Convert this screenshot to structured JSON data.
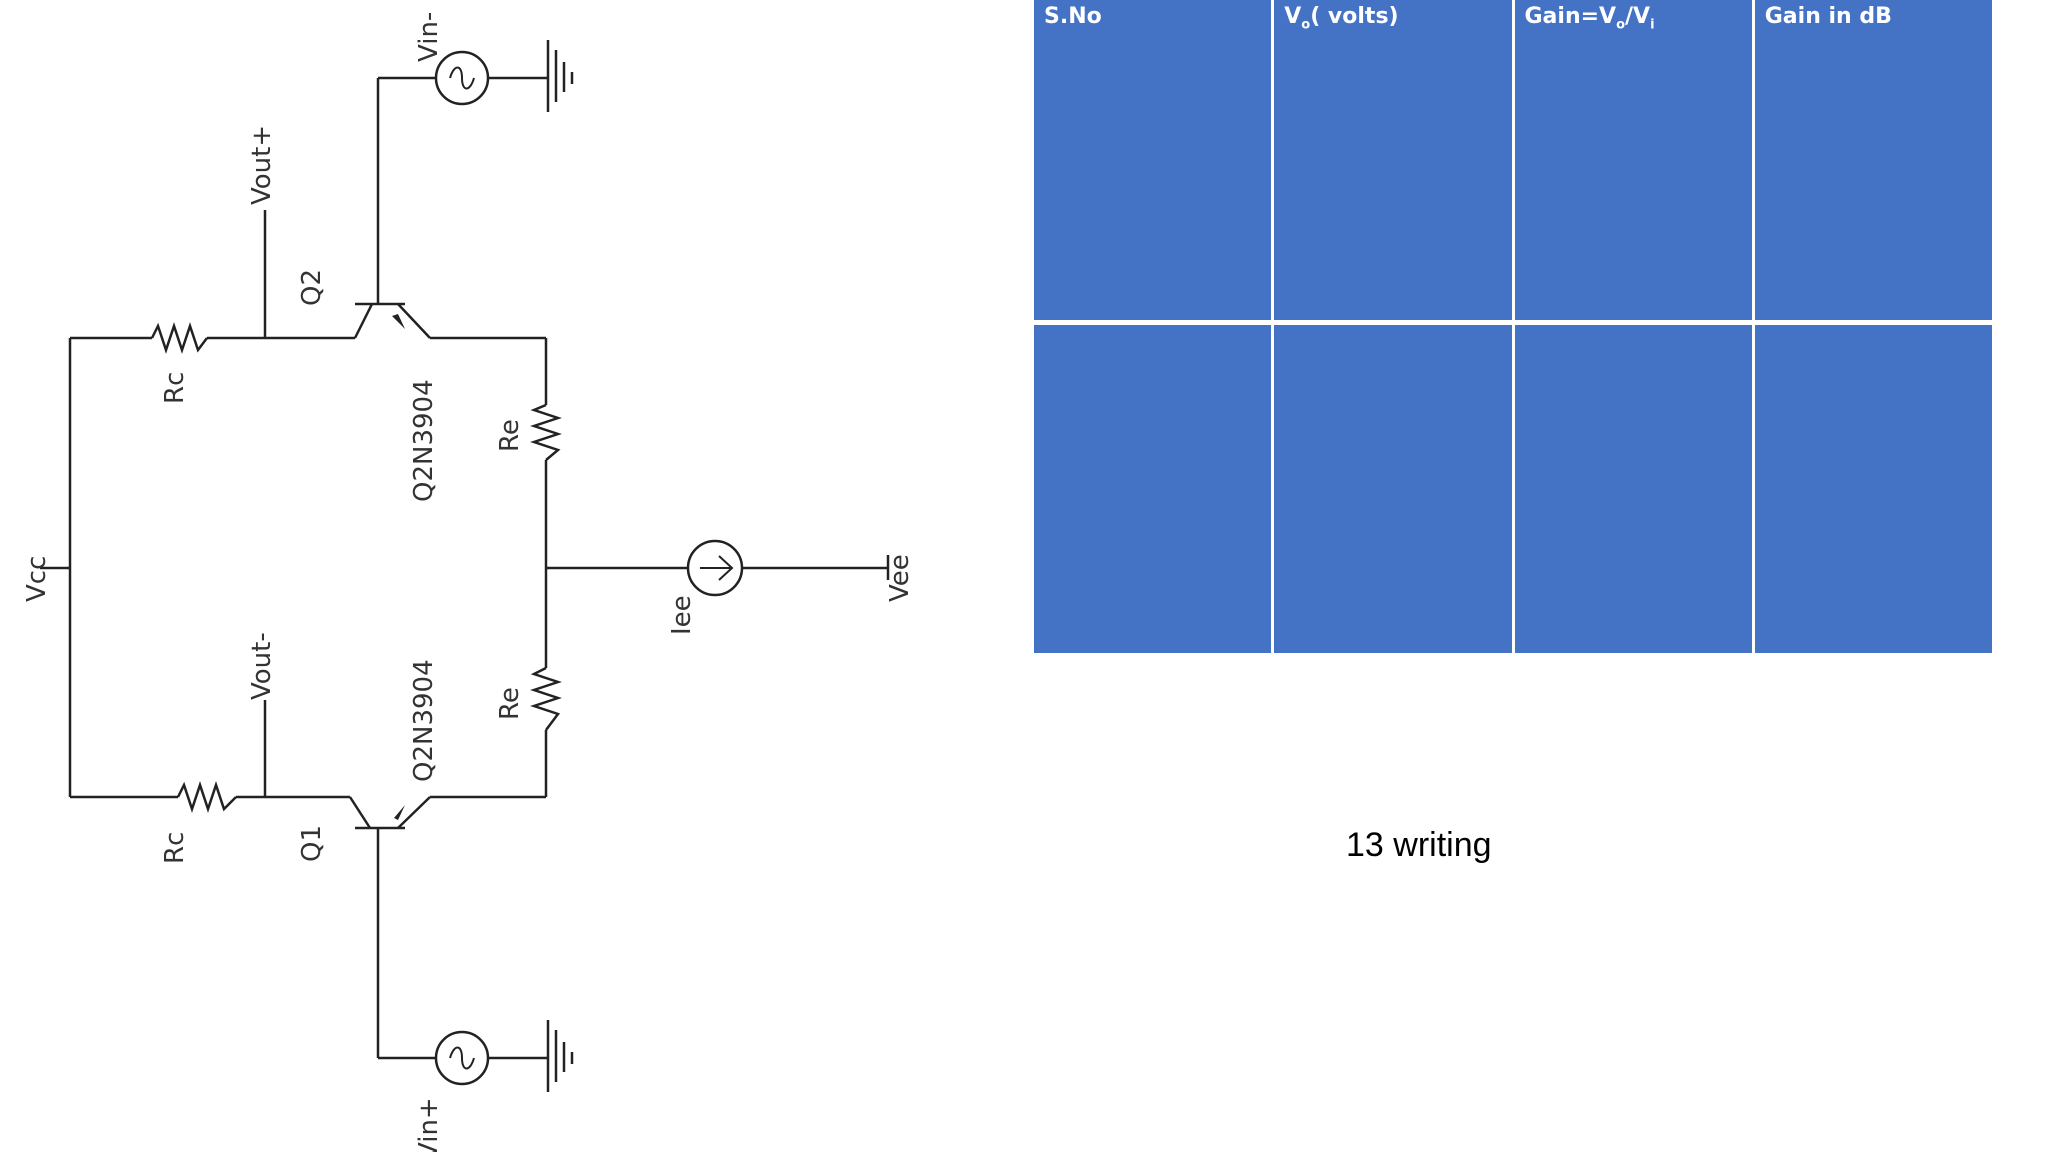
{
  "circuit": {
    "labels": {
      "vin_minus": "Vin-",
      "vout_plus": "Vout+",
      "q2": "Q2",
      "rc_top": "Rc",
      "q2n3904_top": "Q2N3904",
      "re_top": "Re",
      "vcc": "Vcc",
      "iee": "Iee",
      "vee": "Vee",
      "vout_minus": "Vout-",
      "q2n3904_bottom": "Q2N3904",
      "re_bottom": "Re",
      "rc_bottom": "Rc",
      "q1": "Q1",
      "vin_plus": "Vin+"
    }
  },
  "table": {
    "headers": {
      "sno": "S.No",
      "vo_main": "V",
      "vo_sub": "o",
      "vo_rest": "( volts)",
      "gain_a": "Gain=V",
      "gain_sub_o": "o",
      "gain_slash": "/V",
      "gain_sub_i": "i",
      "gain_db": "Gain in dB"
    },
    "rows": [
      [
        "",
        "",
        "",
        ""
      ]
    ]
  },
  "caption": "13 writing"
}
